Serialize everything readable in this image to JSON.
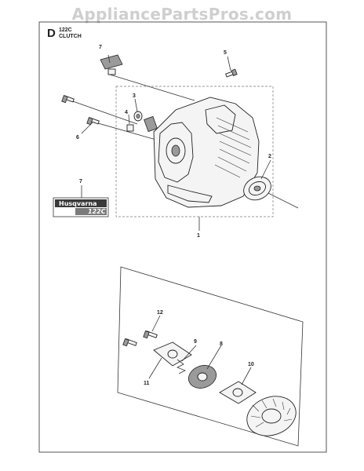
{
  "watermark": "AppliancePartsPros.com",
  "section": {
    "letter": "D",
    "model": "122C",
    "title": "CLUTCH"
  },
  "decal": {
    "brand": "Husqvarna",
    "model": "122C"
  },
  "callouts": {
    "c1": "1",
    "c2": "2",
    "c3": "3",
    "c4": "4",
    "c5": "5",
    "c6": "6",
    "c7a": "7",
    "c7b": "7",
    "c8": "8",
    "c9": "9",
    "c10": "10",
    "c11": "11",
    "c12": "12"
  }
}
